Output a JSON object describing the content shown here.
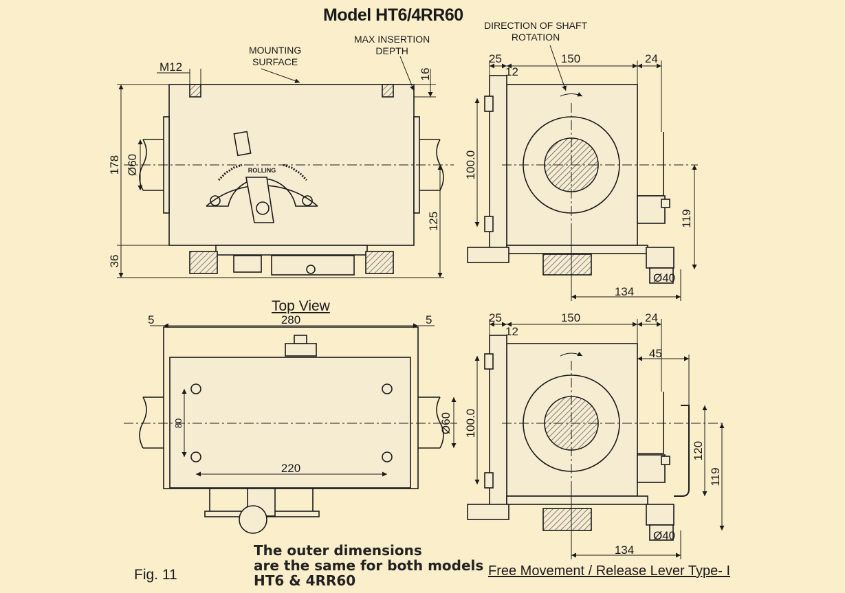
{
  "title": "Model HT6/4RR60",
  "figure_label": "Fig. 11",
  "note": [
    "The outer dimensions",
    "are the same for both models",
    "HT6 & 4RR60"
  ],
  "lever_caption": "Free Movement / Release Lever Type- I",
  "top_view_caption": "Top View",
  "annotations": {
    "mounting_surface": [
      "MOUNTING",
      "SURFACE"
    ],
    "max_insertion_depth": [
      "MAX INSERTION",
      "DEPTH"
    ],
    "direction_of_shaft_rotation": [
      "DIRECTION OF SHAFT",
      "ROTATION"
    ],
    "brand": "ROLLING"
  },
  "front_view_dims": {
    "thread": "M12",
    "insertion": "16",
    "height": "178",
    "shaft_dia": "Ø60",
    "base_height": "36",
    "axis_height": "125"
  },
  "side_view_dims": {
    "left_flange": "25",
    "body_width": "150",
    "right_flange": "24",
    "plate": "12",
    "bolt_spacing": "100.0",
    "axis_height": "119",
    "foot_span": "134",
    "foot_dia": "Ø40"
  },
  "top_view_dims": {
    "left_margin": "5",
    "overall_length": "280",
    "right_margin": "5",
    "hole_spacing_y": "80",
    "hole_spacing_x": "220",
    "shaft_dia": "Ø60"
  },
  "lever_view_dims": {
    "left_flange": "25",
    "body_width": "150",
    "right_flange": "24",
    "plate": "12",
    "lever_offset": "45",
    "bolt_spacing": "100.0",
    "lever_height": "120",
    "axis_height": "119",
    "foot_span": "134",
    "foot_dia": "Ø40"
  },
  "colors": {
    "background": "#fbeecb",
    "line": "#1a1a1a",
    "body_fill": "#f6ecd2"
  }
}
